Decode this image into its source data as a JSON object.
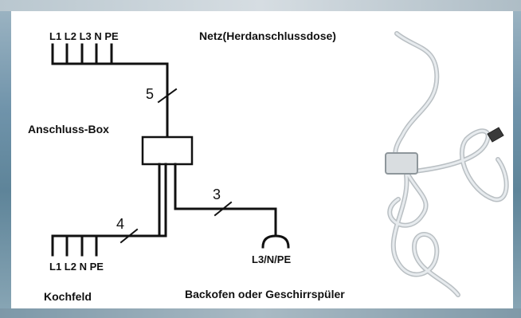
{
  "diagram": {
    "title": "Netz(Herdanschlussdose)",
    "supply_terminals": "L1 L2 L3 N PE",
    "supply_cable_count": "5",
    "junction_box_label": "Anschluss-Box",
    "hob_cable_count": "4",
    "hob_terminals": "L1 L2 N PE",
    "hob_label": "Kochfeld",
    "oven_cable_count": "3",
    "oven_terminals": "L3/N/PE",
    "oven_label": "Backofen oder Geschirrspüler"
  },
  "photo": {
    "subject": "white connection cable with junction box"
  }
}
